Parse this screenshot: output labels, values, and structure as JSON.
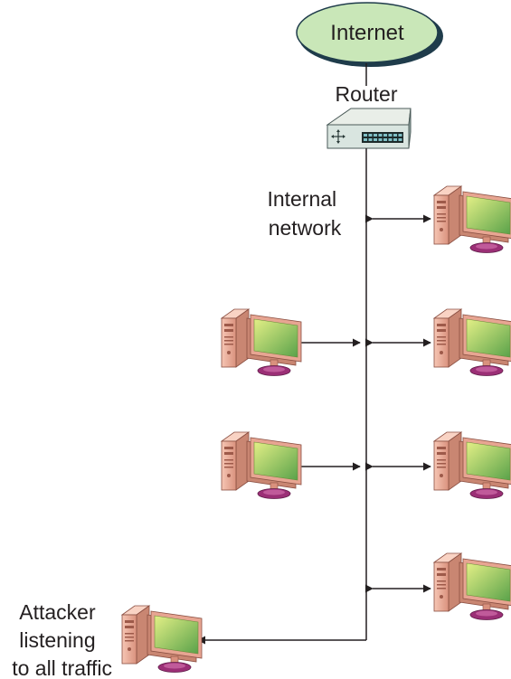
{
  "internet": {
    "label": "Internet",
    "fill": "#c9e7b8",
    "stroke": "#1f3c4b"
  },
  "router": {
    "label": "Router"
  },
  "network": {
    "label_line1": "Internal",
    "label_line2": "network"
  },
  "attacker": {
    "label_line1": "Attacker",
    "label_line2": "listening",
    "label_line3": "to all traffic"
  },
  "colors": {
    "line": "#231f20",
    "pc_case": "#efb4a0",
    "pc_case_dark": "#c98672",
    "screen_light": "#e3ef86",
    "screen_dark": "#5aa24a",
    "monitor_frame": "#e7a592",
    "base": "#9b2f76"
  }
}
